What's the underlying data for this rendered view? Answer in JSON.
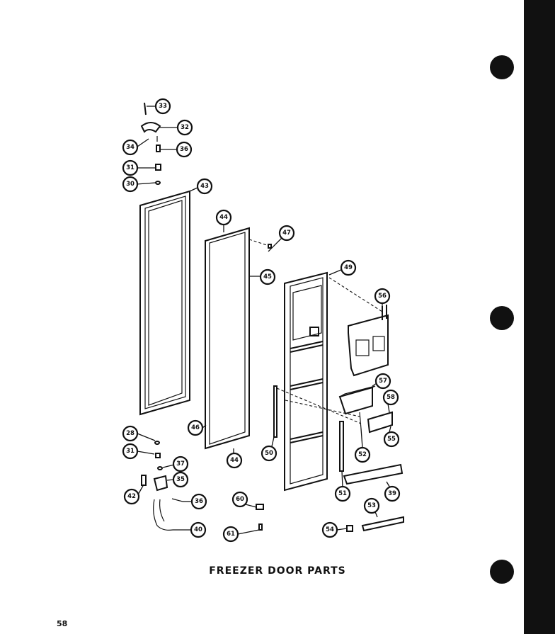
{
  "caption": "FREEZER DOOR PARTS",
  "page_number": "58",
  "callouts": [
    "33",
    "32",
    "34",
    "36",
    "31",
    "30",
    "43",
    "44",
    "47",
    "45",
    "49",
    "56",
    "57",
    "58",
    "55",
    "46",
    "28",
    "31",
    "37",
    "35",
    "42",
    "36",
    "40",
    "44",
    "50",
    "52",
    "51",
    "60",
    "61",
    "53",
    "54",
    "39"
  ]
}
